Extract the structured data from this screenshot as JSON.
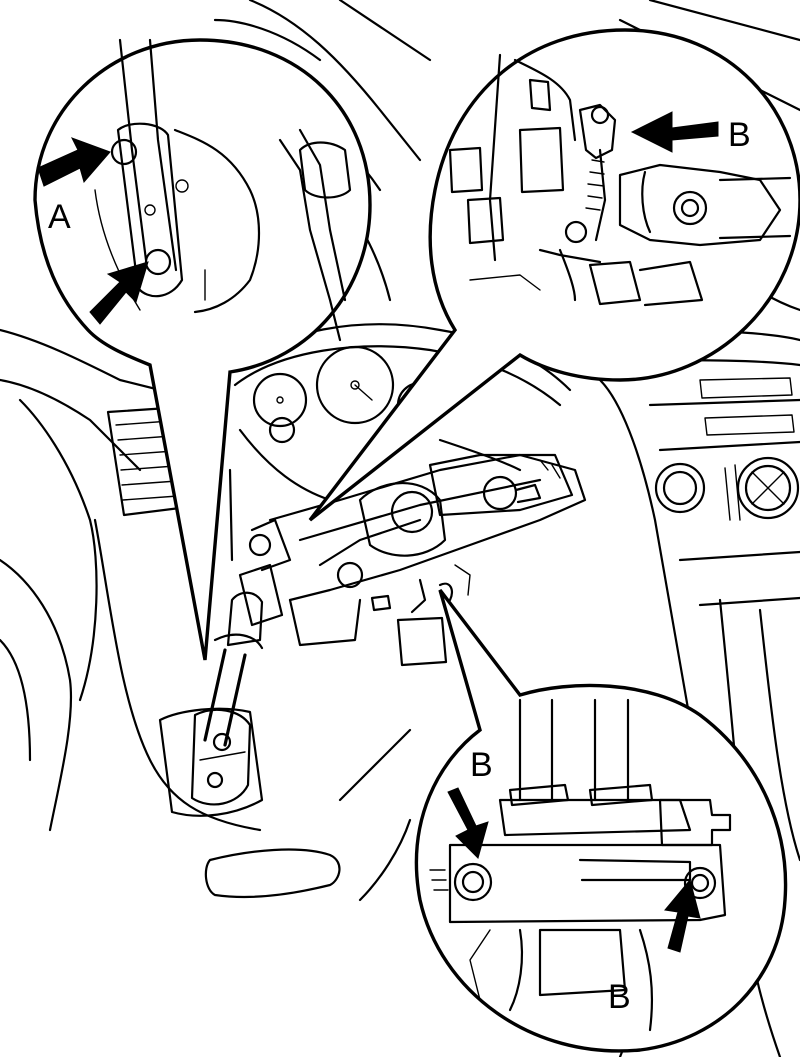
{
  "callouts": {
    "top_left": {
      "label": "A"
    },
    "top_right": {
      "label": "B"
    },
    "bottom_right": {
      "label_upper": "B",
      "label_lower": "B"
    }
  }
}
